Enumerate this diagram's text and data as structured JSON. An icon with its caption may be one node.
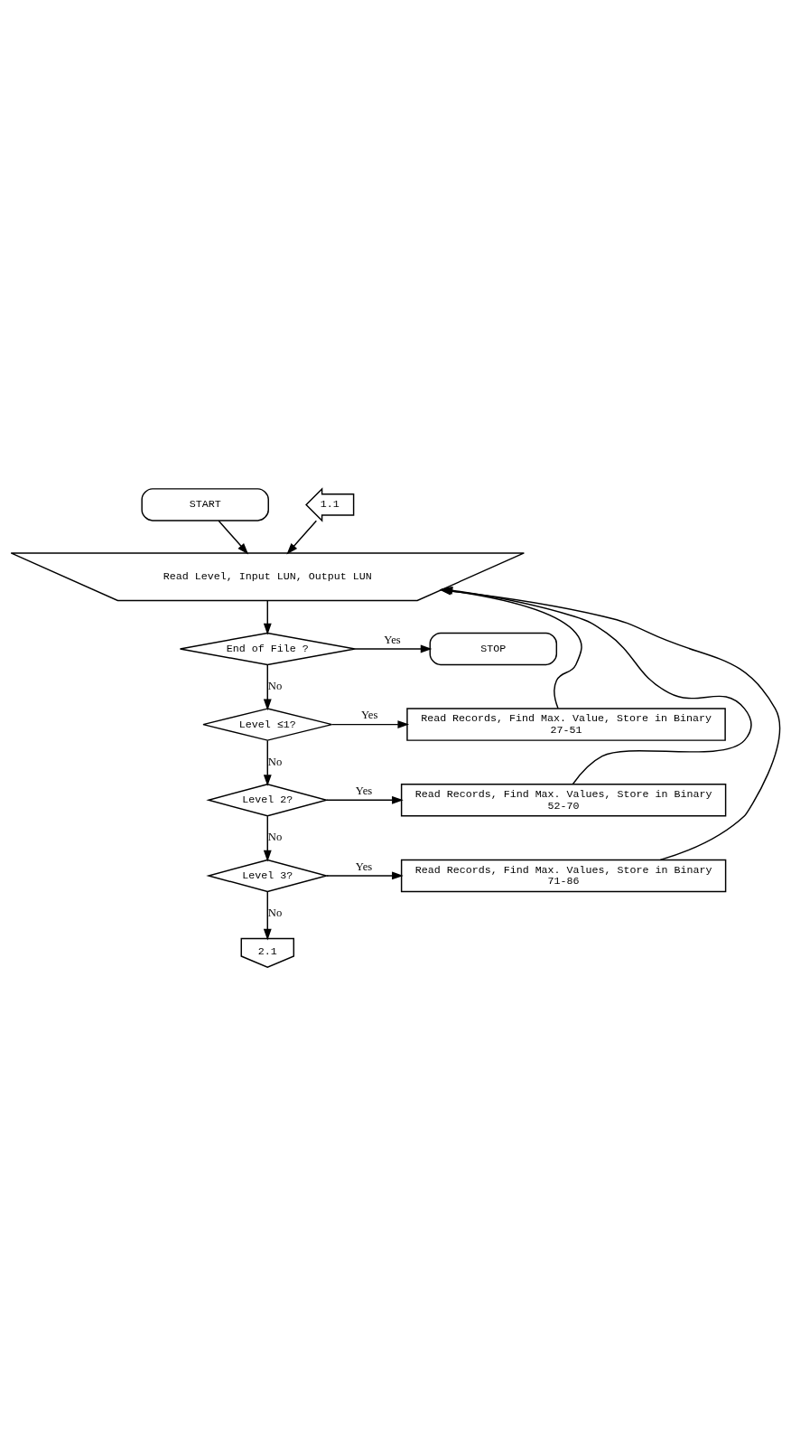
{
  "diagram": {
    "nodes": [
      {
        "text": [
          "START"
        ]
      },
      {
        "text": [
          "1.1"
        ]
      },
      {
        "text": [
          "Read Level, Input LUN, Output LUN"
        ]
      },
      {
        "text": [
          "End of File ?"
        ]
      },
      {
        "text": [
          "STOP"
        ]
      },
      {
        "text": [
          "Level ≤1?"
        ]
      },
      {
        "text": [
          "Read Records, Find Max. Value, Store in Binary",
          "27-51"
        ]
      },
      {
        "text": [
          "Level 2?"
        ]
      },
      {
        "text": [
          "Read Records, Find Max. Values, Store in Binary",
          "52-70"
        ]
      },
      {
        "text": [
          "Level 3?"
        ]
      },
      {
        "text": [
          "Read Records, Find Max. Values, Store in Binary",
          "71-86"
        ]
      },
      {
        "text": [
          "2.1"
        ]
      }
    ],
    "edges": [
      {
        "from": 0,
        "to": 2,
        "arrow": "to"
      },
      {
        "from": 1,
        "to": 2,
        "arrow": "to"
      },
      {
        "from": 2,
        "to": 3,
        "arrow": "to"
      },
      {
        "from": 3,
        "to": 4,
        "arrow": "to",
        "label": "Yes"
      },
      {
        "from": 3,
        "to": 5,
        "arrow": "to",
        "label": "No"
      },
      {
        "from": 5,
        "to": 6,
        "arrow": "to",
        "label": "Yes"
      },
      {
        "from": 5,
        "to": 7,
        "arrow": "to",
        "label": "No"
      },
      {
        "from": 7,
        "to": 8,
        "arrow": "to",
        "label": "Yes"
      },
      {
        "from": 7,
        "to": 9,
        "arrow": "to",
        "label": "No"
      },
      {
        "from": 9,
        "to": 10,
        "arrow": "to",
        "label": "Yes"
      },
      {
        "from": 9,
        "to": 11,
        "arrow": "to",
        "label": "No"
      },
      {
        "from": 6,
        "to": 2,
        "arrow": "to"
      },
      {
        "from": 8,
        "to": 2,
        "arrow": "to"
      },
      {
        "from": 10,
        "to": 2,
        "arrow": "to"
      }
    ]
  }
}
